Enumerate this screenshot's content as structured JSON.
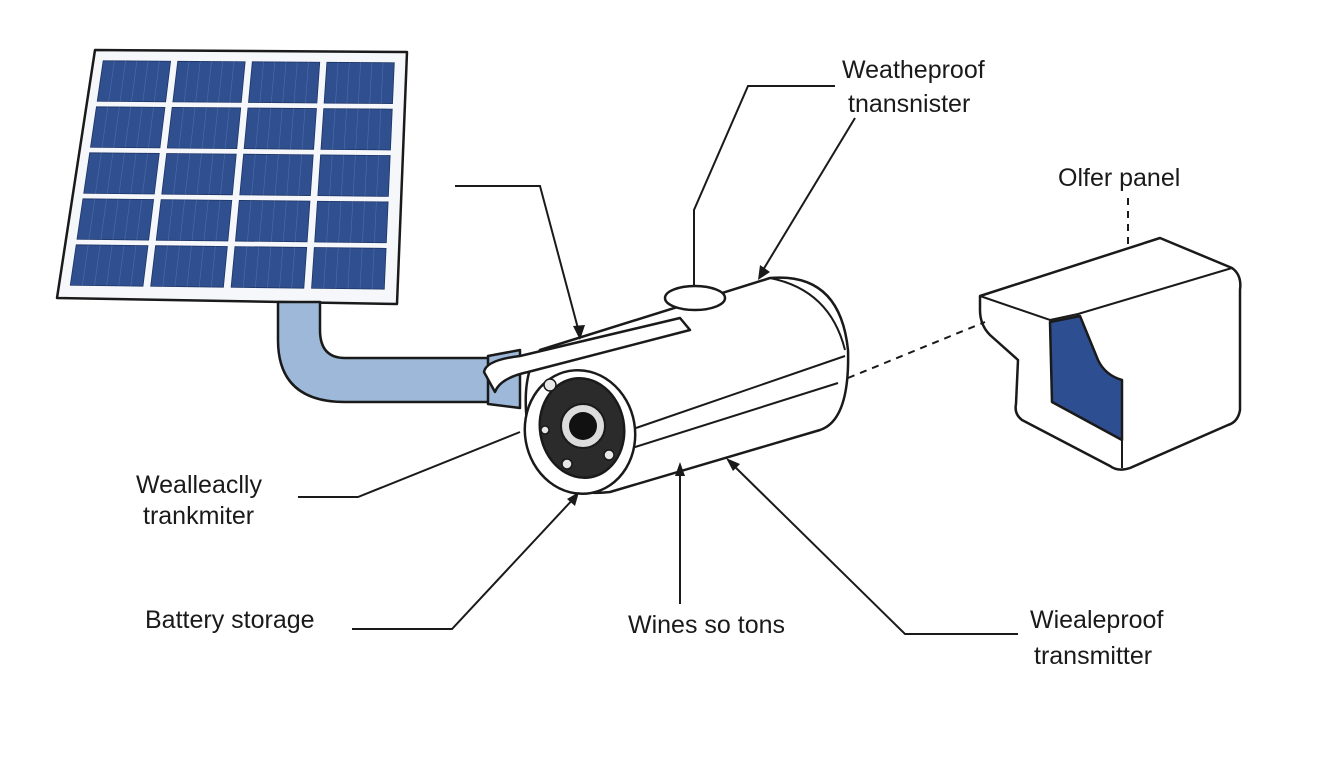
{
  "colors": {
    "panel_cell": "#2f4f8f",
    "panel_frame": "#f5f7fb",
    "conduit": "#9db8d8",
    "shield_interior": "#2e4e92",
    "line": "#1a1a1a",
    "lens": "#2b2b2b"
  },
  "labels": {
    "weatherproof_transmitter_top_line1": "Weatheproof",
    "weatherproof_transmitter_top_line2": "tnansnister",
    "offer_panel": "Olfer panel",
    "wirelessly_transmitter_line1": "Wealleaclly",
    "wirelessly_transmitter_line2": "trankmiter",
    "battery_storage": "Battery storage",
    "wires_so_tons": "Wines so tons",
    "weatherproof_transmitter_bottom_line1": "Wiealeproof",
    "weatherproof_transmitter_bottom_line2": "transmitter"
  },
  "components": {
    "solar_panel": "solar-panel",
    "conduit": "cable-conduit",
    "camera": "security-camera",
    "shield": "weather-shield-housing"
  }
}
